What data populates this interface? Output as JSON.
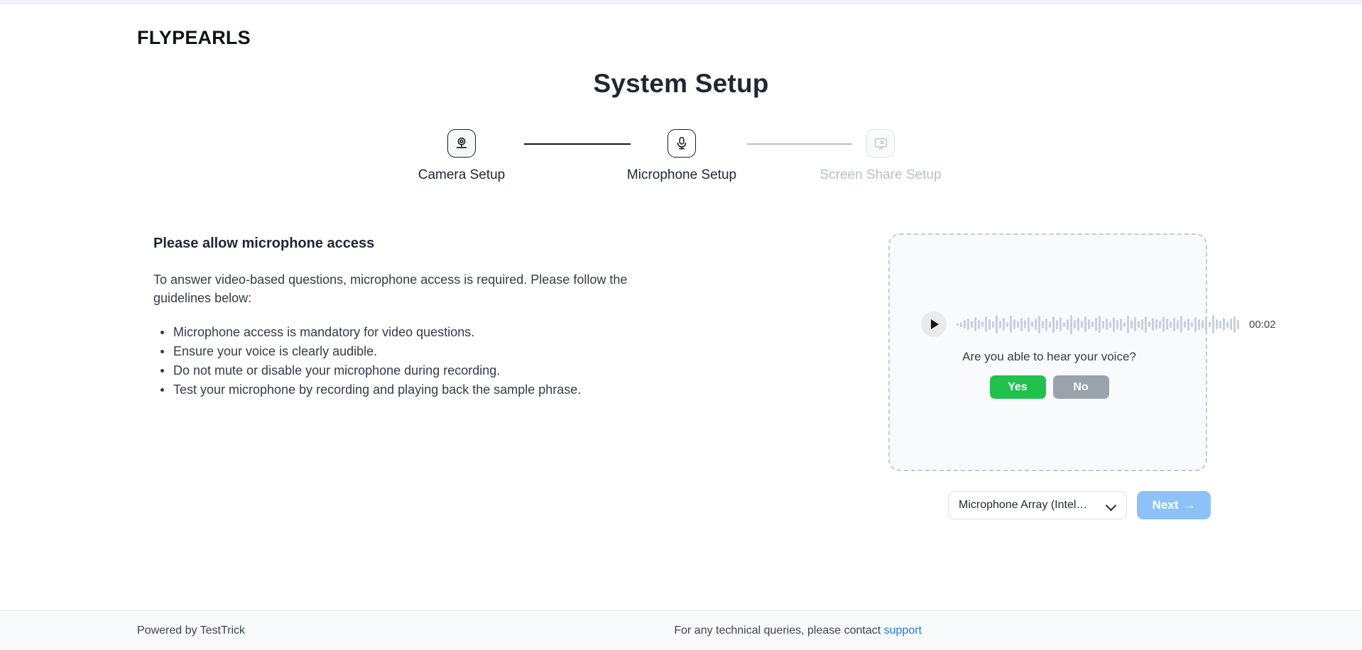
{
  "brand": {
    "logo_text": "FLYPEARLS"
  },
  "header": {
    "title": "System Setup"
  },
  "stepper": {
    "steps": [
      {
        "label": "Camera Setup",
        "icon": "camera-icon",
        "state": "done"
      },
      {
        "label": "Microphone Setup",
        "icon": "microphone-icon",
        "state": "active"
      },
      {
        "label": "Screen Share Setup",
        "icon": "screen-share-icon",
        "state": "todo"
      }
    ]
  },
  "instructions": {
    "heading": "Please allow microphone access",
    "paragraph": "To answer video-based questions, microphone access is required. Please follow the guidelines below:",
    "bullets": [
      "Microphone access is mandatory for video questions.",
      "Ensure your voice is clearly audible.",
      "Do not mute or disable your microphone during recording.",
      "Test your microphone by recording and playing back the sample phrase."
    ]
  },
  "audio_panel": {
    "play_icon": "play-icon",
    "timecode": "00:02",
    "question": "Are you able to hear your voice?",
    "yes_label": "Yes",
    "no_label": "No",
    "waveform_heights": [
      4,
      7,
      12,
      16,
      10,
      20,
      13,
      8,
      22,
      15,
      9,
      26,
      11,
      18,
      7,
      24,
      14,
      10,
      19,
      12,
      21,
      8,
      16,
      25,
      11,
      17,
      9,
      23,
      13,
      20,
      7,
      15,
      27,
      12,
      18,
      10,
      22,
      14,
      8,
      19,
      24,
      11,
      16,
      9,
      21,
      13,
      17,
      7,
      25,
      12,
      20,
      10,
      15,
      23,
      8,
      18,
      14,
      11,
      22,
      16,
      9,
      19,
      13,
      24,
      10,
      17,
      7,
      21,
      15,
      12,
      20,
      8,
      26,
      14,
      11,
      18,
      9,
      16,
      23,
      13
    ]
  },
  "controls": {
    "microphone_value": "Microphone Array (Intel…",
    "chevron_icon": "chevron-down-icon",
    "next_label": "Next",
    "next_arrow": "→"
  },
  "footer": {
    "powered_by": "Powered by TestTrick",
    "contact_prefix": "For any technical queries, please contact ",
    "support_label": "support"
  },
  "colors": {
    "yes_green": "#22c14e",
    "no_grey": "#9aa2ad",
    "next_blue": "#8dc2f7",
    "link_blue": "#1a7fd4",
    "waveform": "#c7d0de"
  }
}
